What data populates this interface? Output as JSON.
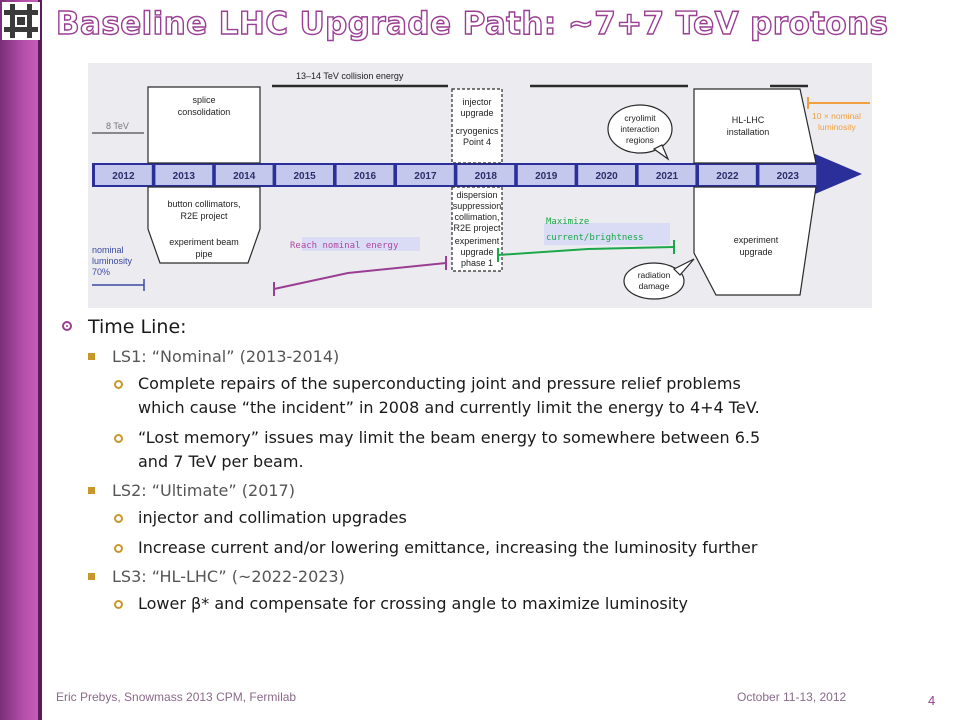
{
  "slide": {
    "title": "Baseline LHC Upgrade Path: ~7+7 TeV protons",
    "page_number": "4",
    "footer_left": "Eric Prebys, Snowmass 2013 CPM, Fermilab",
    "footer_date": "October 11-13, 2012"
  },
  "timeline": {
    "years": [
      "2012",
      "2013",
      "2014",
      "2015",
      "2016",
      "2017",
      "2018",
      "2019",
      "2020",
      "2021",
      "2022",
      "2023"
    ],
    "top_energy_label": "13–14 TeV collision energy",
    "left_energy_label": "8 TeV",
    "ls1_top": [
      "splice",
      "consolidation"
    ],
    "ls1_bottom": [
      "button collimators,",
      "R2E project",
      "experiment beam",
      "pipe"
    ],
    "ls2_top": [
      "injector",
      "upgrade",
      "cryogenics",
      "Point 4"
    ],
    "ls2_bottom": [
      "dispersion",
      "suppression",
      "collimation,",
      "R2E project",
      "experiment",
      "upgrade",
      "phase 1"
    ],
    "ls3_top": [
      "HL-LHC",
      "installation"
    ],
    "ls3_bottom": [
      "experiment",
      "upgrade"
    ],
    "cryolimit_bubble": [
      "cryolimit",
      "interaction",
      "regions"
    ],
    "radiation_bubble": [
      "radiation",
      "damage"
    ],
    "nominal_lumi": [
      "nominal",
      "luminosity",
      "70%"
    ],
    "ten_nominal": [
      "10 × nominal",
      "luminosity"
    ],
    "reach_nominal": "Reach nominal energy",
    "maximize": [
      "Maximize",
      "current/brightness"
    ]
  },
  "bullets": {
    "timeline_heading": "Time Line:",
    "ls1": {
      "label": "LS1: “Nominal” (2013-2014)",
      "items": [
        [
          "Complete repairs of the superconducting joint and pressure relief problems",
          "which cause “the incident” in 2008 and currently limit the energy to 4+4 TeV."
        ],
        [
          "“Lost memory” issues may limit the beam energy to somewhere between 6.5",
          "and 7 TeV per beam."
        ]
      ]
    },
    "ls2": {
      "label": "LS2: “Ultimate” (2017)",
      "items": [
        [
          "injector and collimation upgrades"
        ],
        [
          "Increase current and/or lowering emittance, increasing the luminosity further"
        ]
      ]
    },
    "ls3": {
      "label": "LS3: “HL-LHC” (~2022-2023)",
      "items": [
        [
          "Lower β* and compensate for crossing angle to maximize luminosity"
        ]
      ]
    }
  },
  "colors": {
    "accent": "#9a3e94",
    "bullet_gold": "#c8972a",
    "timeline_blue": "#2b2f9a",
    "year_cell": "#c4c8ec",
    "energy_green": "#1aa84a",
    "energy_purple": "#9a3e94",
    "lumi_orange": "#f0a040"
  }
}
